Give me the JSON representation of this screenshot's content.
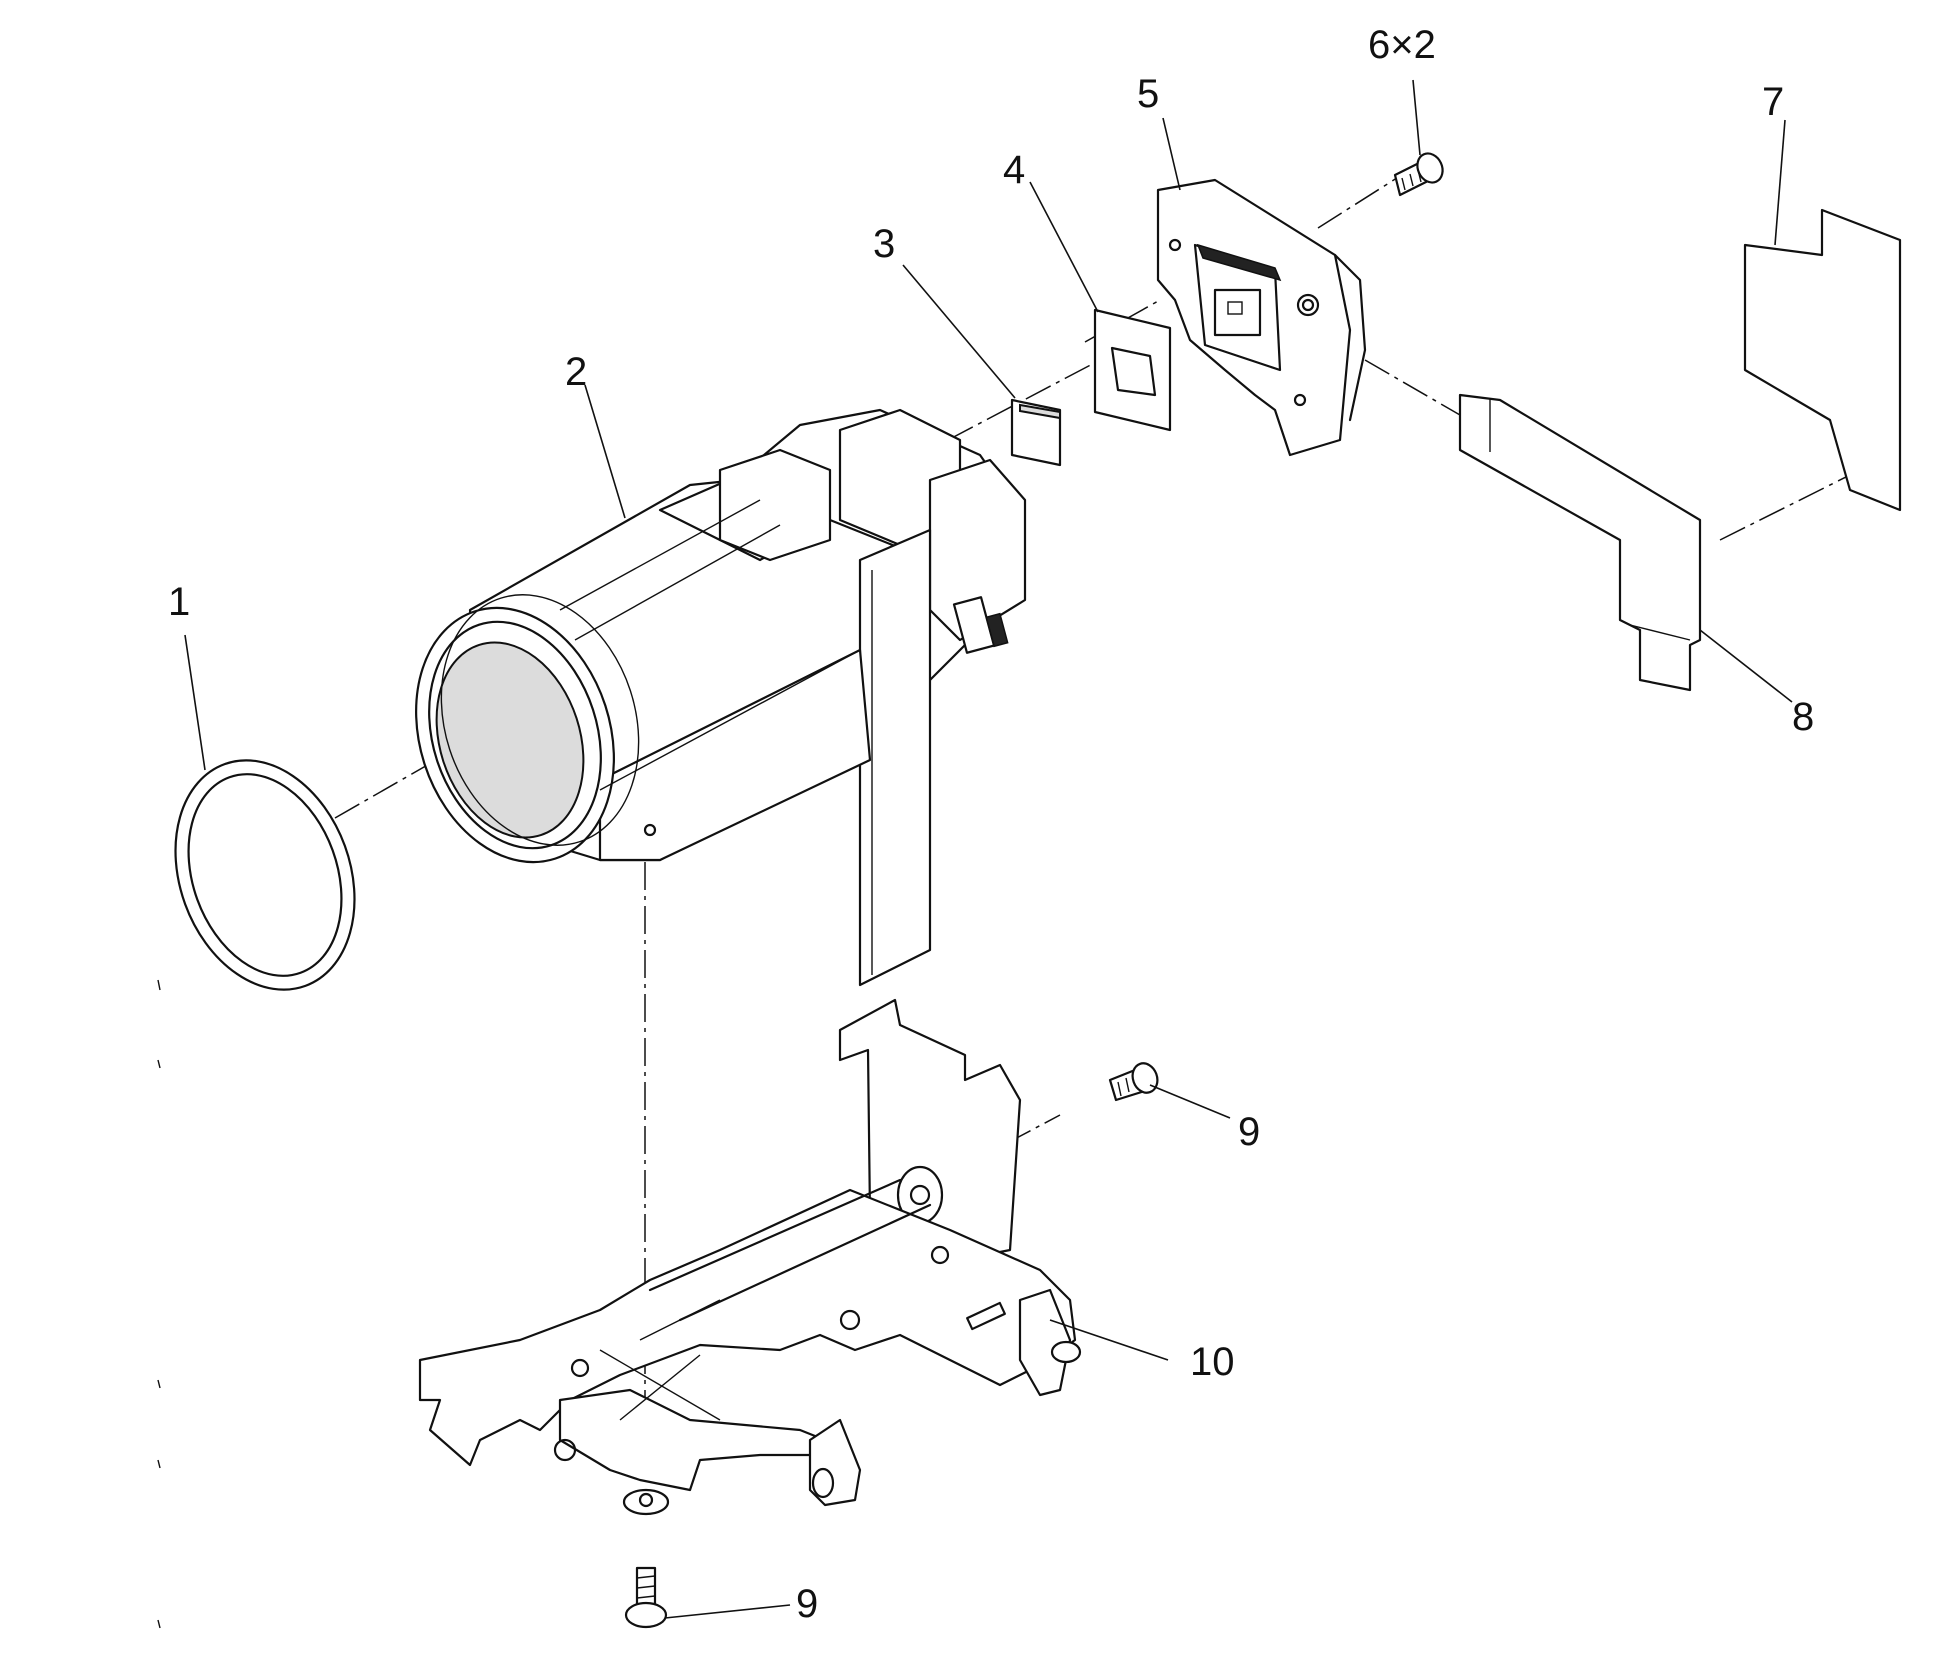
{
  "callouts": {
    "c1": "1",
    "c2": "2",
    "c3": "3",
    "c4": "4",
    "c5": "5",
    "c6": "6×2",
    "c7": "7",
    "c8": "8",
    "c9a": "9",
    "c9b": "9",
    "c10": "10"
  }
}
